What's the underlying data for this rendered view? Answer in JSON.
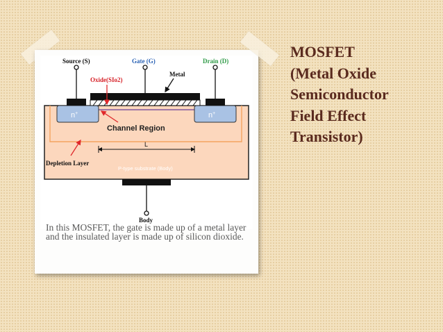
{
  "title_lines": [
    "MOSFET",
    "(Metal Oxide",
    "Semiconductor",
    "Field Effect",
    "Transistor)"
  ],
  "caption": "In this MOSFET, the gate is made up of a metal layer and the insulated layer is made up of silicon dioxide.",
  "diagram": {
    "source": "Source (S)",
    "gate": "Gate (G)",
    "drain": "Drain (D)",
    "oxide": "Oxide(SIo2)",
    "metal": "Metal",
    "n_left": "n",
    "n_right": "n",
    "n_sup": "+",
    "channel": "Channel Region",
    "length": "L",
    "depletion": "Depletion Layer",
    "substrate": "P-type substrate (Body)",
    "body": "Body"
  },
  "colors": {
    "title": "#5a2a1e",
    "substrate": "#fcd7bd",
    "n_region": "#a9c2e4",
    "depletion_line": "#f4a460",
    "arrow_red": "#e0282b",
    "gate_label": "#2a62b5",
    "drain_label": "#2e9a46",
    "oxide_label": "#d62027"
  }
}
